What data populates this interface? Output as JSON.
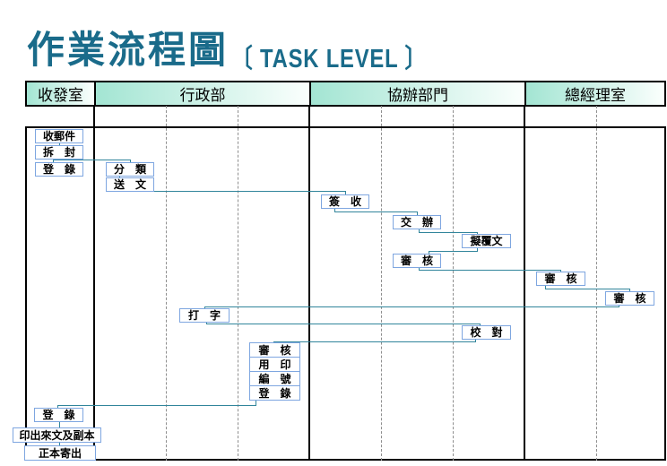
{
  "title": {
    "main": "作業流程圖",
    "subtitle": "〔 TASK LEVEL 〕"
  },
  "columns": [
    {
      "label": "收發室"
    },
    {
      "label": "行政部"
    },
    {
      "label": "協辦部門"
    },
    {
      "label": "總經理室"
    }
  ],
  "boxes": [
    {
      "label": "收郵件"
    },
    {
      "label": "拆　封"
    },
    {
      "label": "登　錄"
    },
    {
      "label": "分　類"
    },
    {
      "label": "送　文"
    },
    {
      "label": "簽　收"
    },
    {
      "label": "交　辦"
    },
    {
      "label": "擬覆文"
    },
    {
      "label": "審　核"
    },
    {
      "label": "審　核"
    },
    {
      "label": "審　核"
    },
    {
      "label": "打　字"
    },
    {
      "label": "校　對"
    },
    {
      "label": "審　核"
    },
    {
      "label": "用　印"
    },
    {
      "label": "編　號"
    },
    {
      "label": "登　錄"
    },
    {
      "label": "登　錄"
    },
    {
      "label": "印出來文及副本"
    },
    {
      "label": "正本寄出"
    }
  ],
  "colors": {
    "title": "#1a6b8a",
    "header_grad_left": "#a3e5d3",
    "header_grad_right": "#fbfffd",
    "box_border": "#7ea6e0",
    "connector": "#31859b",
    "dashed_line": "#8f8f8f"
  }
}
